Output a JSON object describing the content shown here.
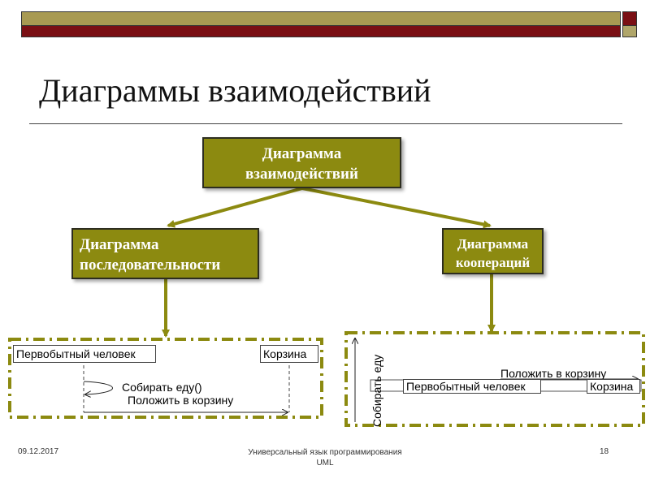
{
  "slide": {
    "title": "Диаграммы взаимодействий",
    "boxes": {
      "root": [
        "Диаграмма",
        "взаимодействий"
      ],
      "sequence": [
        "Диаграмма",
        "последовательности"
      ],
      "cooperation": [
        "Диаграмма",
        "коопераций"
      ]
    },
    "sequence_example": {
      "object1": "Первобытный человек",
      "object2": "Корзина",
      "message1": "Собирать еду()",
      "message2": "Положить в корзину"
    },
    "cooperation_example": {
      "vertical_label": "Собирать еду",
      "message": "Положить в корзину",
      "object1": "Первобытный человек",
      "object2": "Корзина"
    },
    "colors": {
      "box_fill": "#8c8a10",
      "arrow": "#8c8a10",
      "bar_top": "#a89a52",
      "bar_bottom": "#7a0f14"
    }
  },
  "footer": {
    "date": "09.12.2017",
    "center_line1": "Универсальный  язык  программирования",
    "center_line2": "UML",
    "page": "18"
  }
}
